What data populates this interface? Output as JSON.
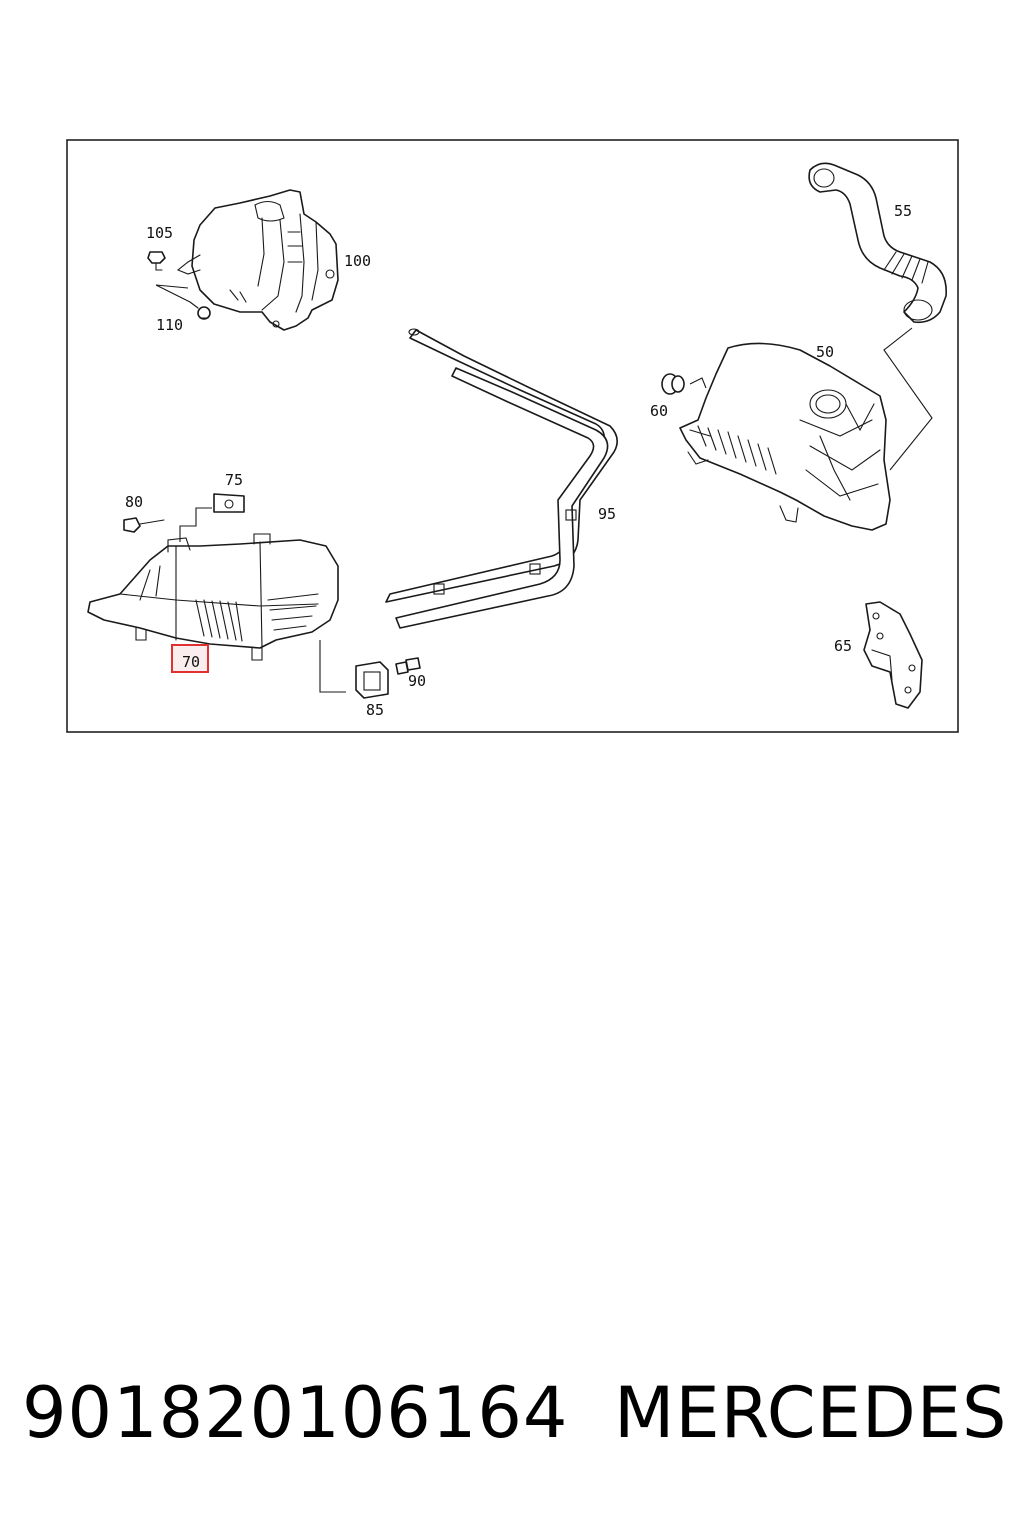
{
  "diagram": {
    "callouts": {
      "c105": "105",
      "c100": "100",
      "c110": "110",
      "c55": "55",
      "c50": "50",
      "c60": "60",
      "c75": "75",
      "c80": "80",
      "c95": "95",
      "c70": "70",
      "c65": "65",
      "c90": "90",
      "c85": "85"
    },
    "highlighted_callout": "70",
    "highlight_color": "#e03030"
  },
  "caption": {
    "part_number": "901820106164",
    "brand": "MERCEDES"
  }
}
